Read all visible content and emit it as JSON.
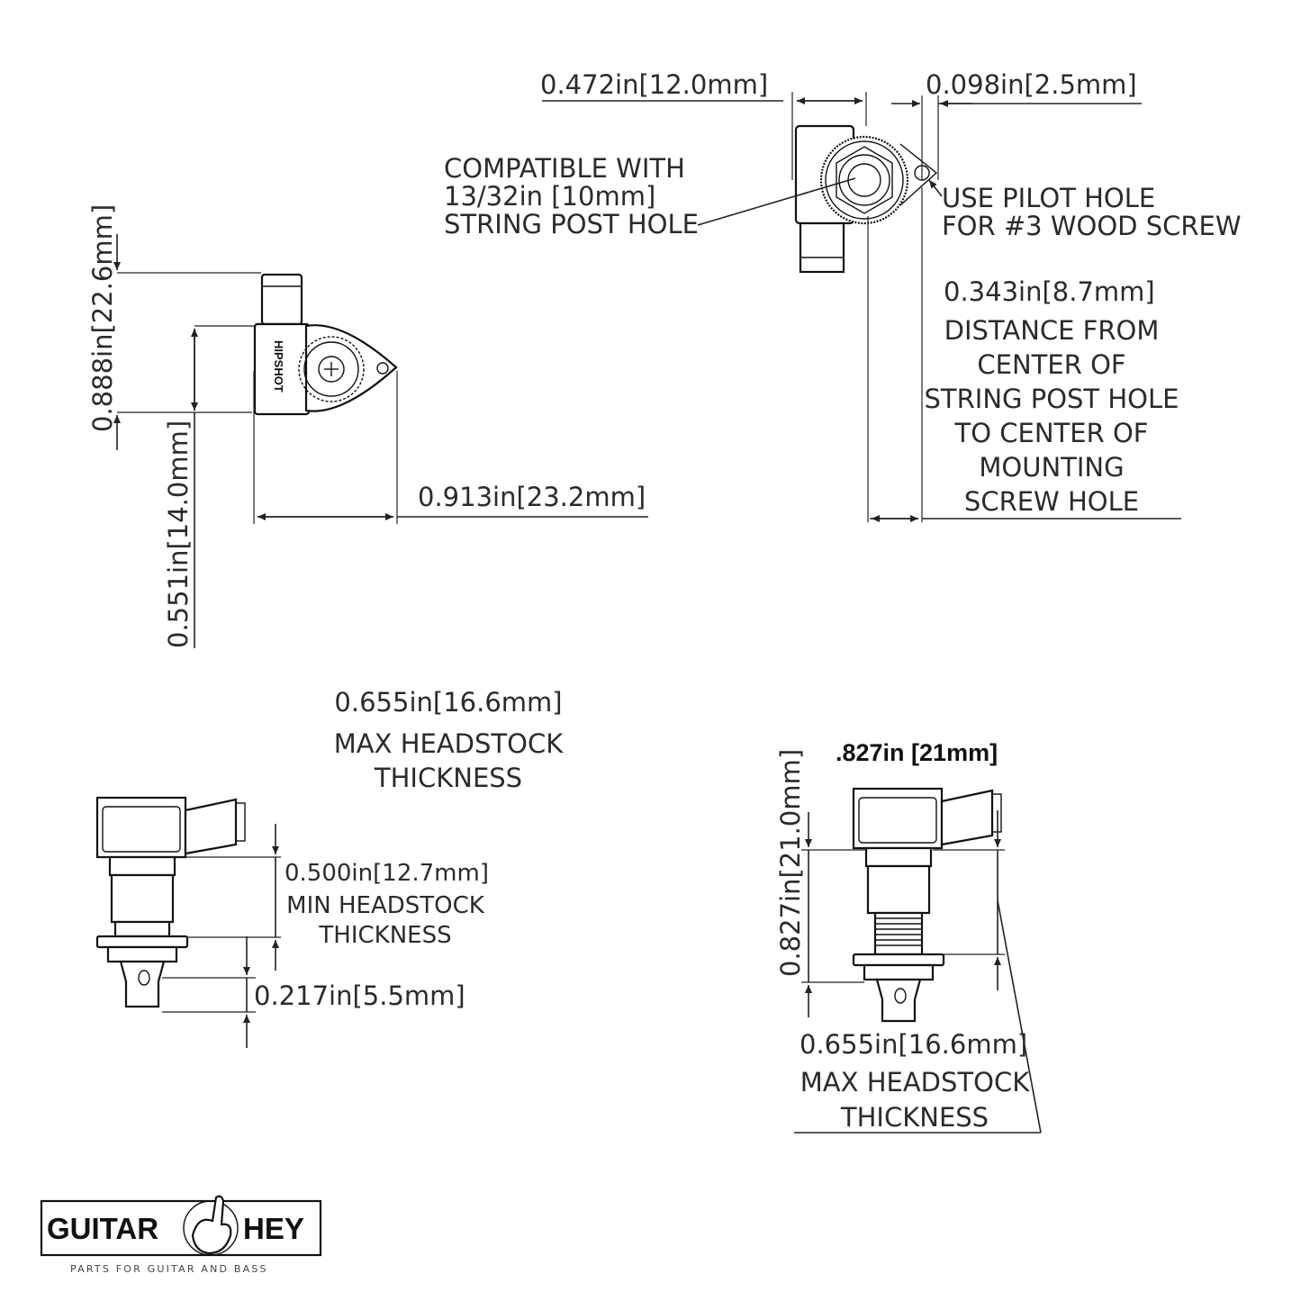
{
  "top_right": {
    "width_label": "0.472in[12.0mm]",
    "offset_label": "0.098in[2.5mm]",
    "compat_lines": [
      "COMPATIBLE WITH",
      "13/32in [10mm]",
      "STRING POST HOLE"
    ],
    "pilot_lines": [
      "USE PILOT HOLE",
      "FOR #3 WOOD SCREW"
    ],
    "distance_label": "0.343in[8.7mm]",
    "distance_lines": [
      "DISTANCE FROM",
      "CENTER OF",
      "STRING POST HOLE",
      "TO CENTER OF",
      "MOUNTING",
      "SCREW HOLE"
    ]
  },
  "top_left": {
    "height_label": "0.888in[22.6mm]",
    "lower_label": "0.551in[14.0mm]",
    "width_label": "0.913in[23.2mm]",
    "brand_text": "HIPSHOT"
  },
  "bottom_left": {
    "max_label": "0.655in[16.6mm]",
    "max_lines": [
      "MAX HEADSTOCK",
      "THICKNESS"
    ],
    "min_label": "0.500in[12.7mm]",
    "min_lines": [
      "MIN HEADSTOCK",
      "THICKNESS"
    ],
    "post_label": "0.217in[5.5mm]"
  },
  "bottom_right": {
    "bold_label": ".827in [21mm]",
    "height_label": "0.827in[21.0mm]",
    "max_label": "0.655in[16.6mm]",
    "max_lines": [
      "MAX HEADSTOCK",
      "THICKNESS"
    ]
  },
  "logo": {
    "left": "GUITAR",
    "right": "HEY",
    "tagline": "PARTS FOR GUITAR AND BASS"
  }
}
